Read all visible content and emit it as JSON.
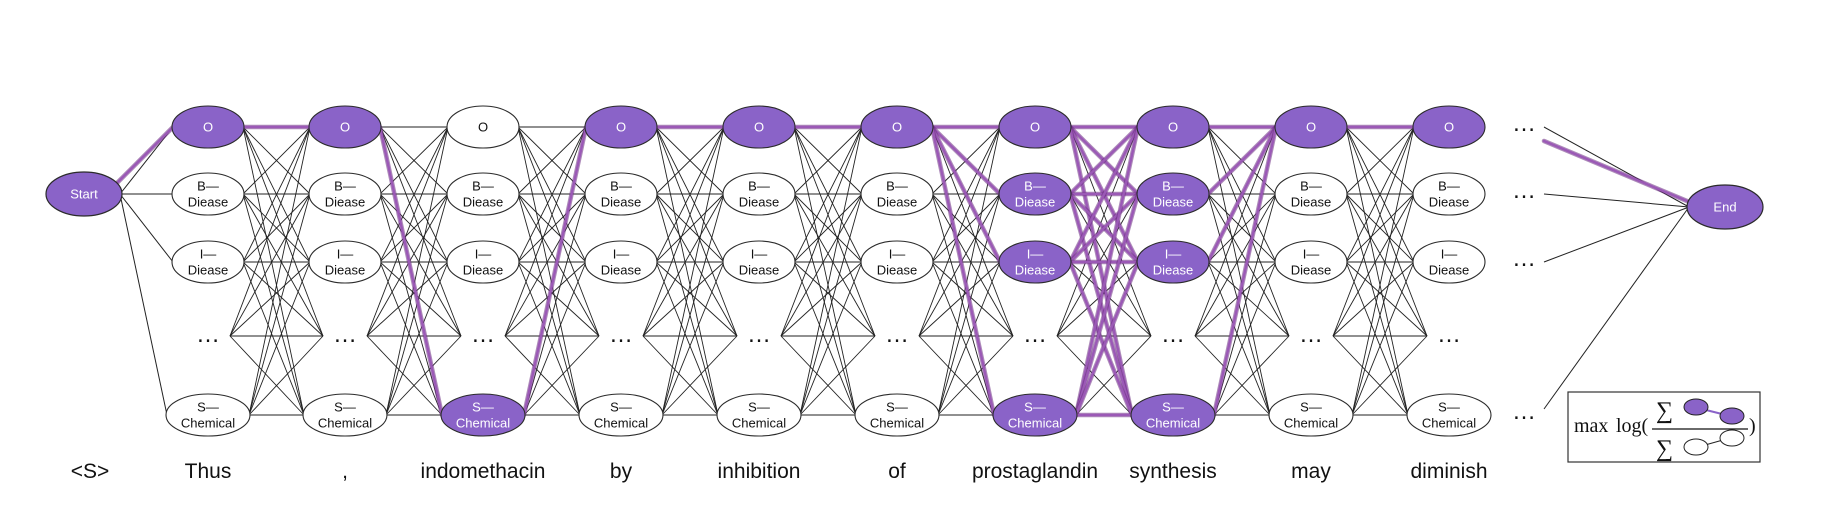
{
  "labels": {
    "start": "Start",
    "end": "End",
    "o": "O",
    "b_prefix": "B—",
    "i_prefix": "I—",
    "s_prefix": "S—",
    "disease": "Diease",
    "chemical": "Chemical",
    "ellipsis": "…"
  },
  "words": [
    "<S>",
    "Thus",
    ",",
    "indomethacin",
    "by",
    "inhibition",
    "of",
    "prostaglandin",
    "synthesis",
    "may",
    "diminish"
  ],
  "formula": {
    "max": "max",
    "log": "log(",
    "sum": "∑",
    "close": ")"
  },
  "colors": {
    "node_fill": "#8a63c8",
    "path": "#9b59b6",
    "line": "#222222"
  },
  "highlight": {
    "states_per_column": [
      [
        "O"
      ],
      [
        "O"
      ],
      [
        "S-Chemical"
      ],
      [
        "O"
      ],
      [
        "O"
      ],
      [
        "O"
      ],
      [
        "O",
        "B-Diease",
        "I-Diease",
        "S-Chemical"
      ],
      [
        "O",
        "B-Diease",
        "I-Diease",
        "S-Chemical"
      ],
      [
        "O"
      ],
      [
        "O"
      ]
    ]
  }
}
